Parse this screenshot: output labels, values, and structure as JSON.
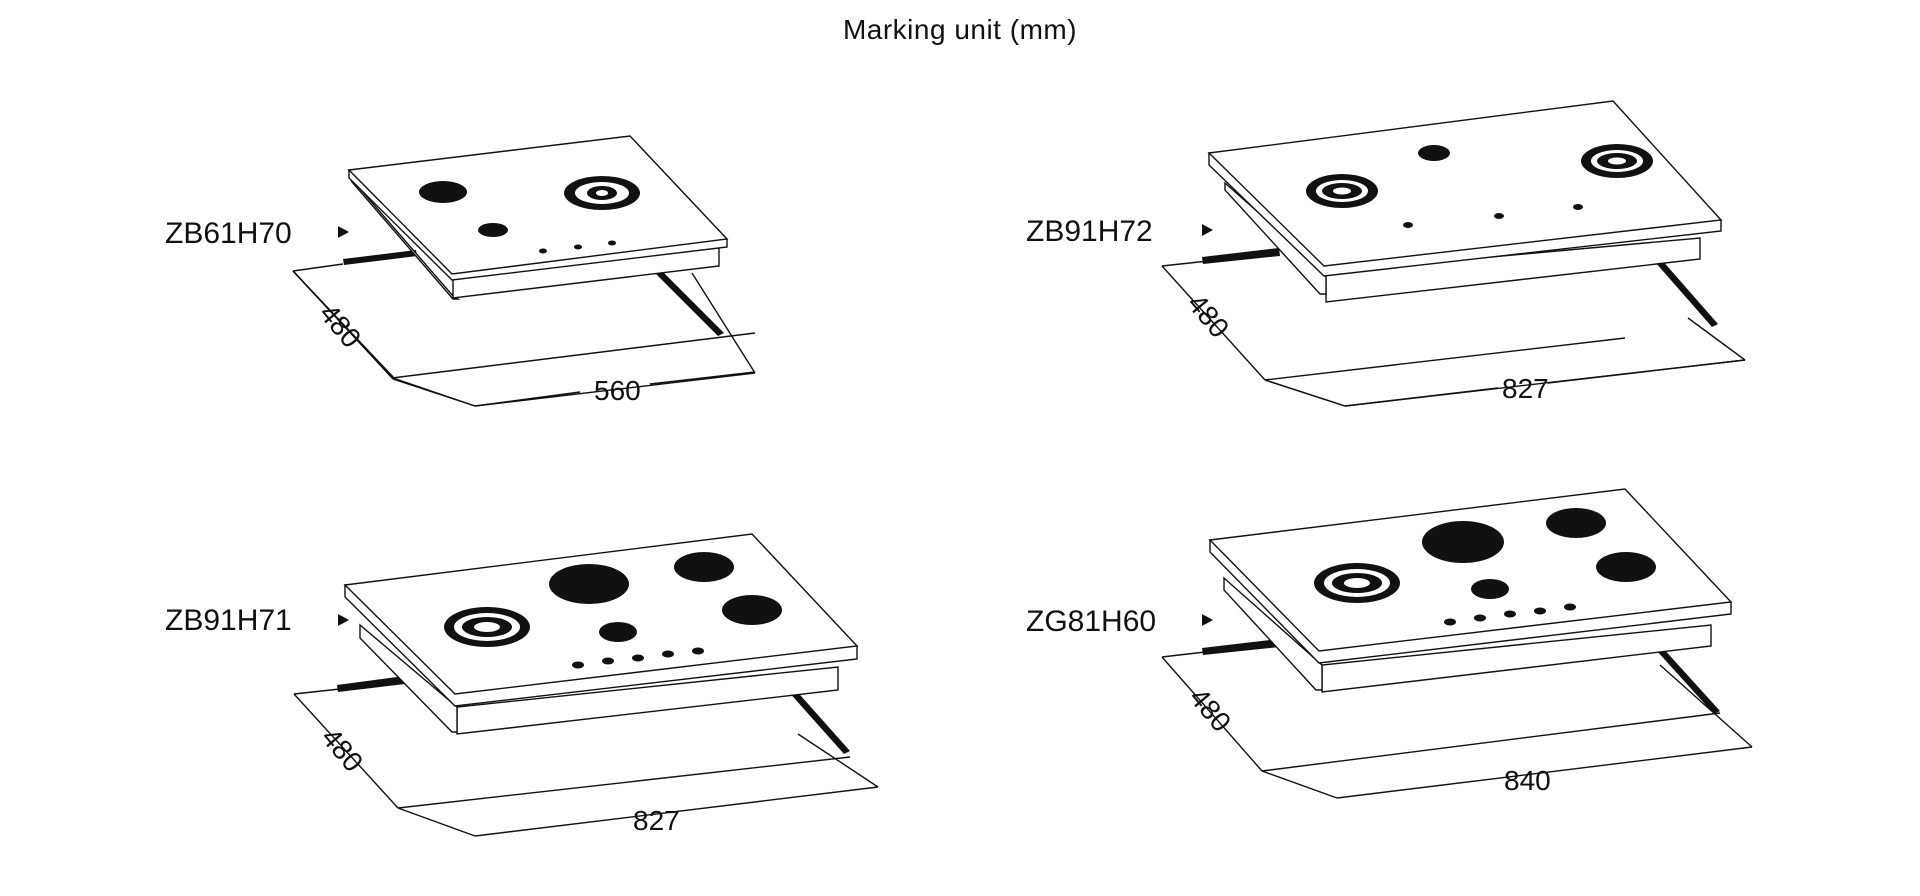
{
  "page_title": "Marking unit (mm)",
  "colors": {
    "ink": "#111111",
    "background": "#ffffff"
  },
  "cooktops": [
    {
      "model": "ZB61H70",
      "depth": "480",
      "width": "560",
      "burners": [
        {
          "type": "solid",
          "size": "medium"
        },
        {
          "type": "ring",
          "size": "medium"
        },
        {
          "type": "solid",
          "size": "small"
        }
      ],
      "control_dots": 3
    },
    {
      "model": "ZB91H72",
      "depth": "480",
      "width": "827",
      "burners": [
        {
          "type": "ring",
          "size": "medium"
        },
        {
          "type": "solid",
          "size": "small"
        },
        {
          "type": "ring",
          "size": "medium"
        }
      ],
      "control_dots": 3
    },
    {
      "model": "ZB91H71",
      "depth": "480",
      "width": "827",
      "burners": [
        {
          "type": "ring",
          "size": "large"
        },
        {
          "type": "solid",
          "size": "large"
        },
        {
          "type": "solid",
          "size": "medium"
        },
        {
          "type": "solid",
          "size": "medium"
        },
        {
          "type": "solid",
          "size": "small"
        }
      ],
      "control_dots": 5
    },
    {
      "model": "ZG81H60",
      "depth": "480",
      "width": "840",
      "burners": [
        {
          "type": "ring",
          "size": "large"
        },
        {
          "type": "solid",
          "size": "large"
        },
        {
          "type": "solid",
          "size": "medium"
        },
        {
          "type": "solid",
          "size": "medium"
        },
        {
          "type": "solid",
          "size": "small"
        }
      ],
      "control_dots": 5
    }
  ]
}
